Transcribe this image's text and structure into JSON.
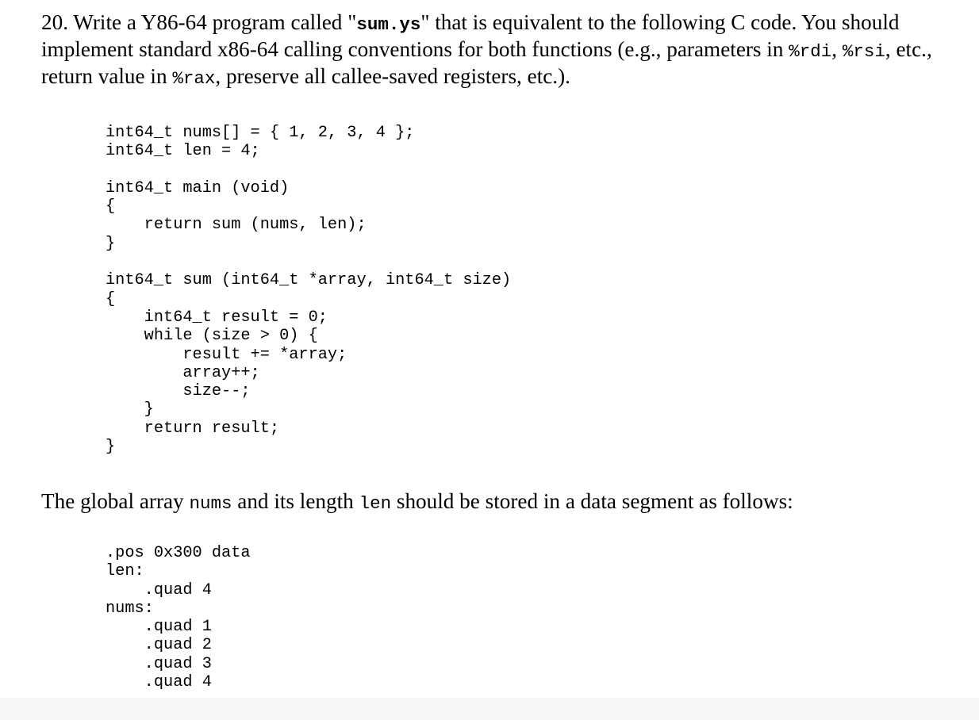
{
  "question": {
    "text_1": "20. Write a Y86-64 program called \"",
    "filename": "sum.ys",
    "text_2": "\" that is equivalent to the following C code. You should implement standard x86-64 calling conventions for both functions (e.g., parameters in ",
    "reg_rdi": "%rdi",
    "text_3": ", ",
    "reg_rsi": "%rsi",
    "text_4": ", etc., return value in ",
    "reg_rax": "%rax",
    "text_5": ", preserve all callee-saved registers, etc.)."
  },
  "c_code": "int64_t nums[] = { 1, 2, 3, 4 };\nint64_t len = 4;\n\nint64_t main (void)\n{\n    return sum (nums, len);\n}\n\nint64_t sum (int64_t *array, int64_t size)\n{\n    int64_t result = 0;\n    while (size > 0) {\n        result += *array;\n        array++;\n        size--;\n    }\n    return result;\n}",
  "data_intro": {
    "text_1": "The global array ",
    "var_nums": "nums",
    "text_2": " and its length ",
    "var_len": "len",
    "text_3": " should be stored in a data segment as follows:"
  },
  "data_code": ".pos 0x300 data\nlen:\n    .quad 4\nnums:\n    .quad 1\n    .quad 2\n    .quad 3\n    .quad 4"
}
